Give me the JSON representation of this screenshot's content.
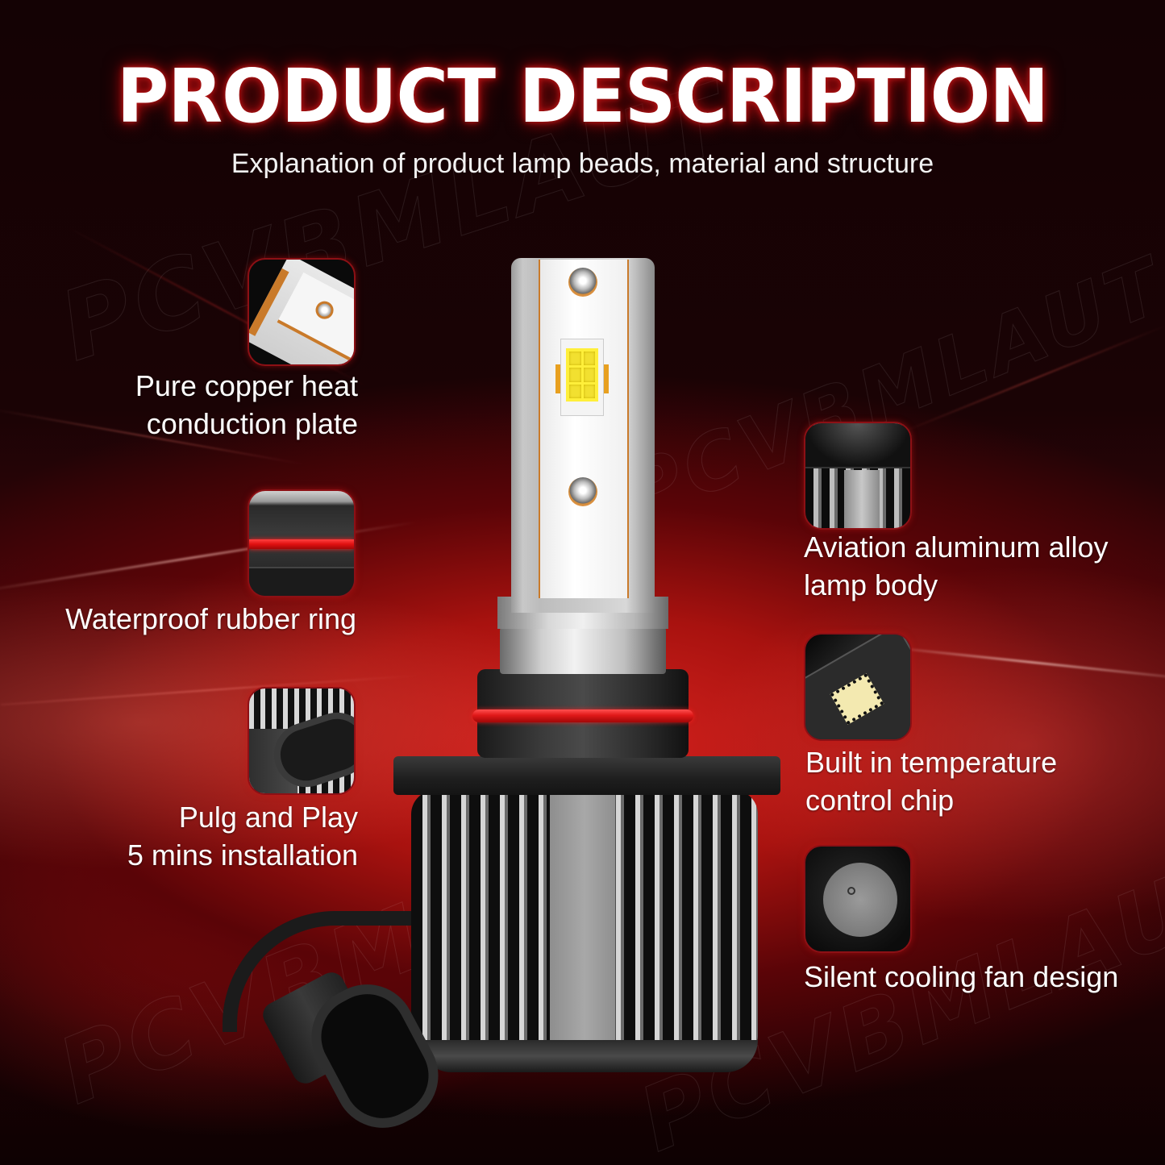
{
  "header": {
    "title": "PRODUCT DESCRIPTION",
    "subtitle": "Explanation of product lamp beads, material and structure"
  },
  "watermark": {
    "text": "PCVBMLAUT"
  },
  "colors": {
    "background_dark": "#120204",
    "background_red": "#d8231f",
    "title_glow": "#c01818",
    "thumb_border": "#8c1015",
    "oring_red": "#e01818",
    "copper": "#c97a2a",
    "led_yellow": "#ffef3a"
  },
  "product": {
    "name": "LED headlight bulb",
    "led_grid": {
      "columns": 2,
      "rows": 3
    }
  },
  "features": {
    "left": [
      {
        "id": "copper-plate",
        "icon": "copper-plate-icon",
        "lines": [
          "Pure copper heat",
          "conduction plate"
        ]
      },
      {
        "id": "rubber-ring",
        "icon": "rubber-ring-icon",
        "lines": [
          "Waterproof rubber ring"
        ]
      },
      {
        "id": "plug-and-play",
        "icon": "plug-connector-icon",
        "lines": [
          "Pulg and Play",
          "5 mins installation"
        ]
      }
    ],
    "right": [
      {
        "id": "aluminum-body",
        "icon": "heatsink-icon",
        "lines": [
          "Aviation aluminum alloy",
          "lamp body"
        ]
      },
      {
        "id": "temp-chip",
        "icon": "chip-icon",
        "lines": [
          "Built in temperature",
          "control chip"
        ]
      },
      {
        "id": "cooling-fan",
        "icon": "fan-icon",
        "lines": [
          "Silent cooling fan design"
        ]
      }
    ]
  }
}
